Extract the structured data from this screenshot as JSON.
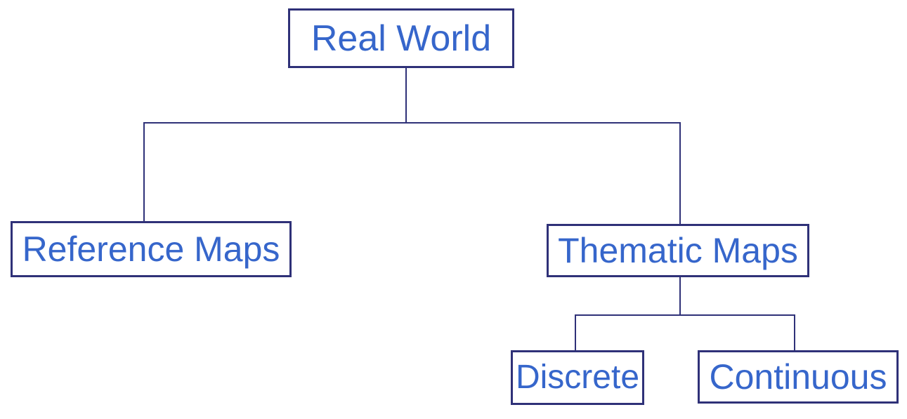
{
  "diagram": {
    "type": "hierarchy-tree",
    "nodes": [
      {
        "id": "real-world",
        "label": "Real World",
        "parent": null
      },
      {
        "id": "reference-maps",
        "label": "Reference Maps",
        "parent": "real-world"
      },
      {
        "id": "thematic-maps",
        "label": "Thematic Maps",
        "parent": "real-world"
      },
      {
        "id": "discrete",
        "label": "Discrete",
        "parent": "thematic-maps"
      },
      {
        "id": "continuous",
        "label": "Continuous",
        "parent": "thematic-maps"
      }
    ]
  },
  "colors": {
    "box_border": "#2F3178",
    "connector_line": "#2F3178",
    "label_text": "#3666CB",
    "background": "#FFFFFF"
  }
}
